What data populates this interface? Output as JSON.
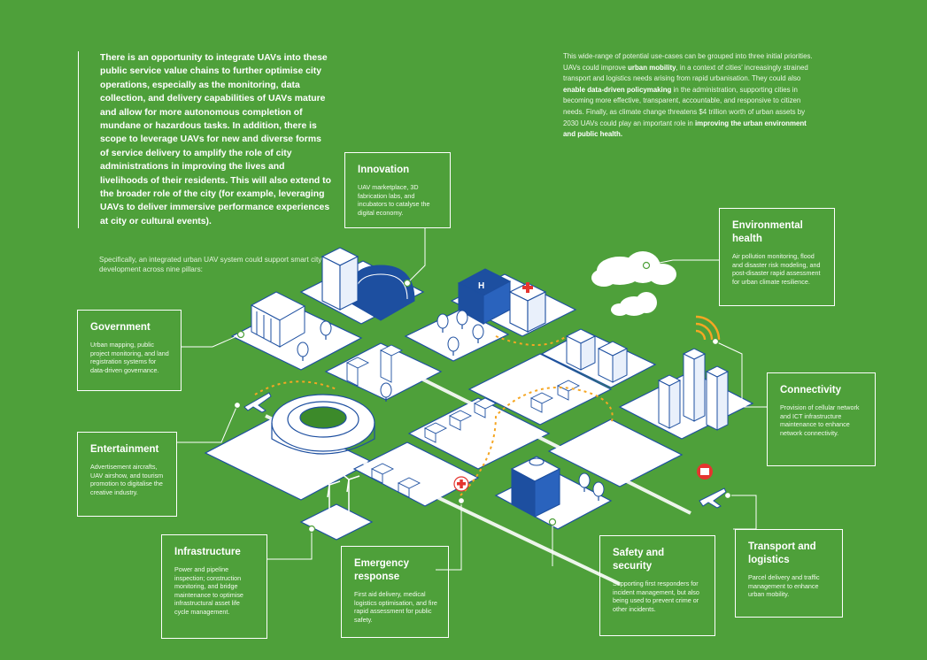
{
  "intro_text": "There is an opportunity to integrate UAVs into these public service value chains to further optimise city operations, especially as the monitoring, data collection, and delivery capabilities of UAVs mature and allow for more autonomous completion of mundane or hazardous tasks. In addition, there is scope to leverage UAVs for new and diverse forms of service delivery to amplify the role of city administrations in improving the lives and livelihoods of their residents. This will also extend to the broader role of the city (for example, leveraging UAVs to deliver immersive performance experiences at city or cultural events).",
  "intro_sub": "Specifically, an integrated urban UAV system could support smart city development across nine pillars:",
  "right_intro": {
    "part1": "This wide-range of potential use-cases can be grouped into three initial priorities. UAVs could improve ",
    "bold1": "urban mobility",
    "part2": ", in a context of cities’ increasingly strained transport and logistics needs arising from rapid urbanisation. They could also ",
    "bold2": "enable data-driven policymaking",
    "part3": " in the administration, supporting cities in becoming more effective, transparent, accountable, and responsive to citizen needs. Finally, as climate change threatens $4 trillion worth of urban assets by 2030 UAVs could play an important role in ",
    "bold3": "improving the urban environment and public health."
  },
  "pillars": {
    "innovation": {
      "title": "Innovation",
      "text": "UAV marketplace, 3D fabrication labs, and incubators to catalyse the digital economy."
    },
    "government": {
      "title": "Government",
      "text": "Urban mapping, public project monitoring, and land registration systems for data-driven governance."
    },
    "entertainment": {
      "title": "Entertainment",
      "text": "Advertisement aircrafts, UAV airshow, and tourism promotion to digitalise the creative industry."
    },
    "infrastructure": {
      "title": "Infrastructure",
      "text": "Power and pipeline inspection; construction monitoring, and bridge maintenance to optimise infrastructural asset life cycle management."
    },
    "emergency": {
      "title": "Emergency response",
      "text": "First aid delivery, medical logistics optimisation, and fire rapid assessment for public safety."
    },
    "safety": {
      "title": "Safety and security",
      "text": "Supporting first responders for incident management, but also being used to prevent crime or other incidents."
    },
    "transport": {
      "title": "Transport and logistics",
      "text": "Parcel delivery and traffic management to enhance urban mobility."
    },
    "connectivity": {
      "title": "Connectivity",
      "text": "Provision of cellular network and ICT infrastructure maintenance to enhance network connectivity."
    },
    "environmental": {
      "title": "Environmental health",
      "text": "Air pollution monitoring, flood and disaster risk modeling, and post-disaster rapid assessment for urban climate resilience."
    }
  },
  "colors": {
    "background": "#4ea03a",
    "building_blue": "#1d4fa0",
    "route_orange": "#f5a623",
    "accent_red": "#e5352f"
  }
}
